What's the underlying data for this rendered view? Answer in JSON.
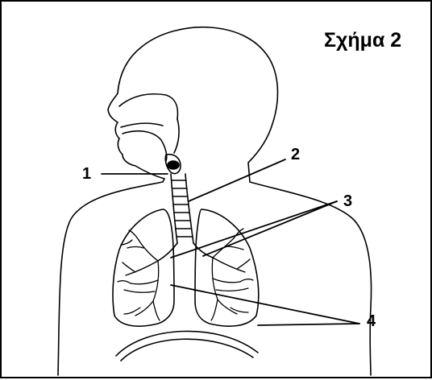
{
  "figure": {
    "title": "Σχήμα 2"
  },
  "labels": [
    {
      "id": "1",
      "text": "1"
    },
    {
      "id": "2",
      "text": "2"
    },
    {
      "id": "3",
      "text": "3"
    },
    {
      "id": "4",
      "text": "4"
    }
  ],
  "colors": {
    "line": "#000000",
    "background": "#ffffff"
  }
}
